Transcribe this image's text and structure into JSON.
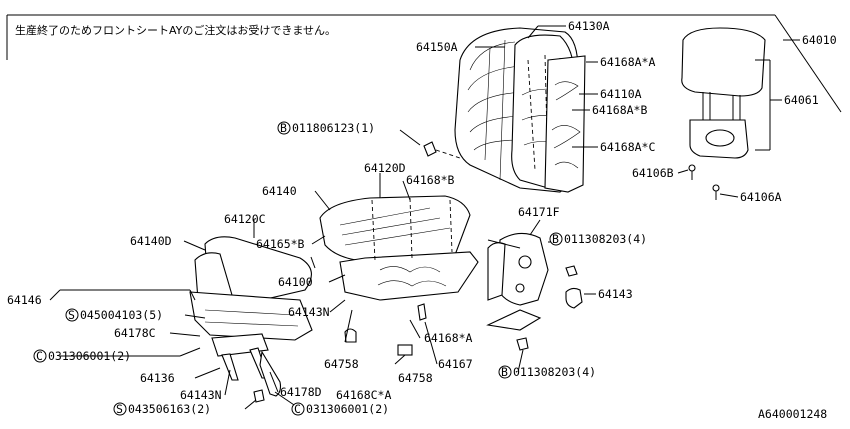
{
  "notice": "生産終了のためフロントシートAYのご注文はお受けできません。",
  "diagram_id": "A640001248",
  "labels": {
    "p64130A": "64130A",
    "p64150A": "64150A",
    "p64168A_A": "64168A*A",
    "p64110A": "64110A",
    "p64168A_B": "64168A*B",
    "p64168A_C": "64168A*C",
    "p64010": "64010",
    "p64061": "64061",
    "p64106B": "64106B",
    "p64106A": "64106A",
    "b011806123": "011806123(1)",
    "p64120D": "64120D",
    "p64168_B": "64168*B",
    "p64140": "64140",
    "p64171F": "64171F",
    "p64120C": "64120C",
    "p64140D": "64140D",
    "p64165_B": "64165*B",
    "b011308203a": "011308203(4)",
    "p64100": "64100",
    "p64143": "64143",
    "p64146": "64146",
    "s045004103": "045004103(5)",
    "p64143N_a": "64143N",
    "p64178C": "64178C",
    "p64168_A": "64168*A",
    "c031306001a": "031306001(2)",
    "p64758_a": "64758",
    "p64167": "64167",
    "p64136": "64136",
    "p64758_b": "64758",
    "b011308203b": "011308203(4)",
    "p64143N_b": "64143N",
    "p64178D": "64178D",
    "p64168C_A": "64168C*A",
    "s043506163": "043506163(2)",
    "c031306001b": "031306001(2)"
  },
  "prefix": {
    "B": "B",
    "S": "S",
    "C": "C"
  }
}
